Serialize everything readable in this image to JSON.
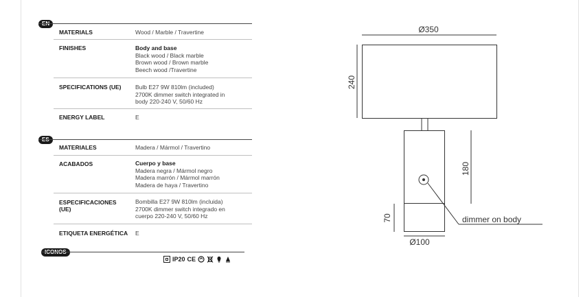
{
  "en": {
    "badge": "EN",
    "rows": [
      {
        "label": "MATERIALS",
        "lines": [
          "Wood / Marble / Travertine"
        ]
      },
      {
        "label": "FINISHES",
        "heading": "Body and base",
        "lines": [
          "Black wood / Black marble",
          "Brown wood / Brown marble",
          "Beech wood /Travertine"
        ]
      },
      {
        "label": "SPECIFICATIONS (UE)",
        "lines": [
          "Bulb E27 9W 810lm (included)",
          "2700K dimmer switch integrated in",
          "body 220-240 V, 50/60 Hz"
        ]
      },
      {
        "label": "ENERGY LABEL",
        "lines": [
          "E"
        ]
      }
    ]
  },
  "es": {
    "badge": "ES",
    "rows": [
      {
        "label": "MATERIALES",
        "lines": [
          "Madera / Mármol / Travertino"
        ]
      },
      {
        "label": "ACABADOS",
        "heading": "Cuerpo y base",
        "lines": [
          "Madera negra / Mármol negro",
          "Madera marrón / Mármol marrón",
          "Madera de haya / Travertino"
        ]
      },
      {
        "label": "ESPECIFICACIONES",
        "label2": "(UE)",
        "lines": [
          "Bombilla E27 9W 810lm (incluida)",
          "2700K dimmer switch integrado en",
          "cuerpo 220-240 V, 50/60 Hz"
        ]
      },
      {
        "label": "ETIQUETA ENERGÉTICA",
        "lines": [
          "E"
        ]
      }
    ]
  },
  "icons": {
    "badge": "ICONOS",
    "ip_rating": "IP20",
    "ce_mark": "CE",
    "items": [
      "double-insulation-icon",
      "ce-mark-icon",
      "recyclable-icon",
      "weee-bin-icon",
      "e27-bulb-icon",
      "dimmer-icon"
    ]
  },
  "drawing": {
    "shade_diameter": "Ø350",
    "shade_height": "240",
    "body_height": "180",
    "base_height": "70",
    "base_diameter": "Ø100",
    "dimmer_label": "dimmer on body"
  }
}
